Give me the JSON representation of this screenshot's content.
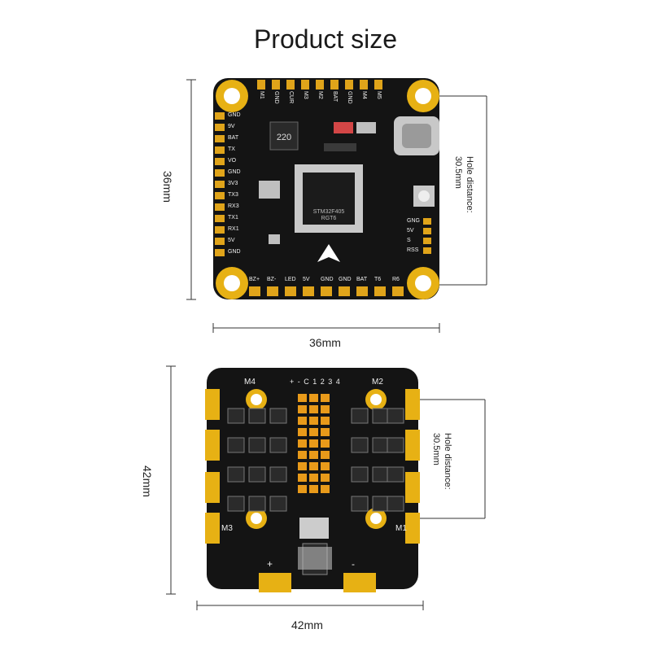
{
  "title": "Product size",
  "fc_board": {
    "height_label": "36mm",
    "width_label": "36mm",
    "hole_label_1": "Hole distance:",
    "hole_label_2": "30.5mm",
    "mcu_text_1": "STM32F405",
    "mcu_text_2": "RGT6",
    "inductor_text": "220",
    "pads_top": [
      "M1",
      "GND",
      "CUR",
      "M3",
      "M2",
      "BAT",
      "GND",
      "M4",
      "M5"
    ],
    "pads_left": [
      "GND",
      "9V",
      "BAT",
      "TX",
      "VO",
      "GND",
      "3V3",
      "TX3",
      "RX3",
      "TX1",
      "RX1",
      "5V",
      "GND"
    ],
    "pads_bottom": [
      "BZ+",
      "BZ-",
      "LED",
      "5V",
      "GND",
      "GND",
      "BAT",
      "T6",
      "R6"
    ],
    "pads_right": [
      "GNG",
      "5V",
      "S",
      "RSS"
    ]
  },
  "esc_board": {
    "height_label": "42mm",
    "width_label": "42mm",
    "hole_label_1": "Hole distance:",
    "hole_label_2": "30.5mm",
    "motor_labels": [
      "M4",
      "M2",
      "M3",
      "M1"
    ],
    "connector_label": "+ - C 1 2 3 4",
    "plus": "+",
    "minus": "-"
  }
}
